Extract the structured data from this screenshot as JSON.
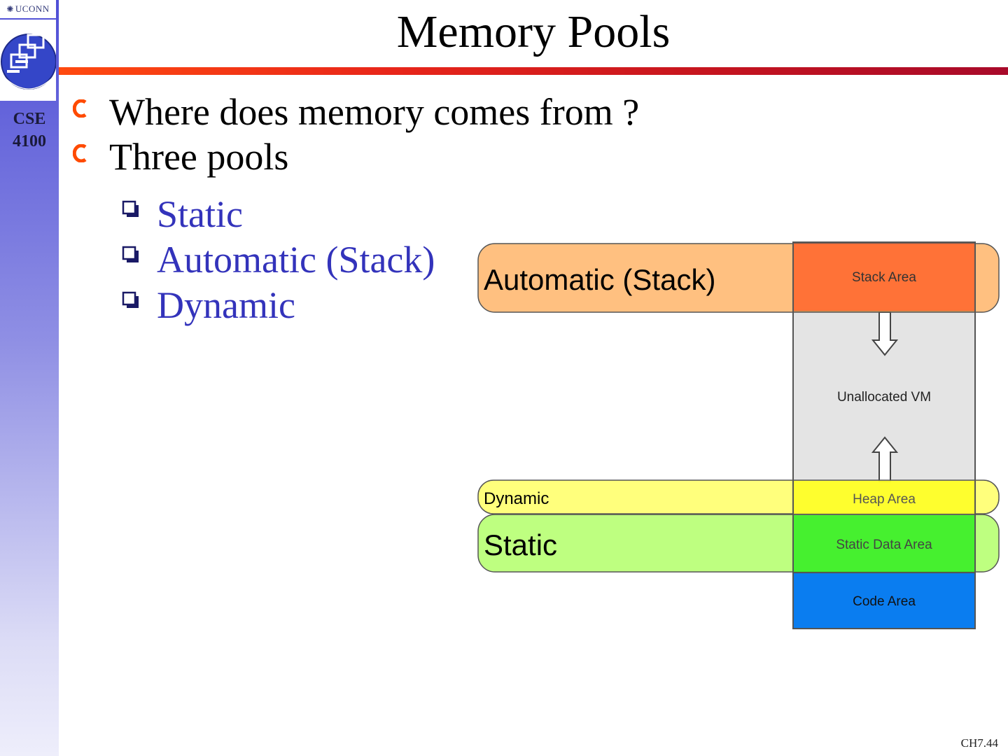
{
  "sidebar": {
    "logo_text": "UCONN",
    "course_line1": "CSE",
    "course_line2": "4100"
  },
  "title": "Memory Pools",
  "bullets": [
    "Where does memory comes from ?",
    "Three pools"
  ],
  "sub_bullets": [
    "Static",
    "Automatic (Stack)",
    "Dynamic"
  ],
  "diagram": {
    "pool_labels": {
      "stack": "Automatic (Stack)",
      "dynamic": "Dynamic",
      "static": "Static"
    },
    "areas": {
      "stack": "Stack Area",
      "unallocated": "Unallocated VM",
      "heap": "Heap Area",
      "static_data": "Static Data Area",
      "code": "Code Area"
    },
    "colors": {
      "stack_pool": "#ffbb77",
      "dynamic_pool": "#ffff77",
      "static_pool": "#c0ff7a",
      "stack_area": "#ff6a35",
      "unallocated_area": "#e4e4e4",
      "heap_area": "#ffff33",
      "static_data_area": "#44ee33",
      "code_area": "#0a7df0"
    }
  },
  "footer": "CH7.44"
}
